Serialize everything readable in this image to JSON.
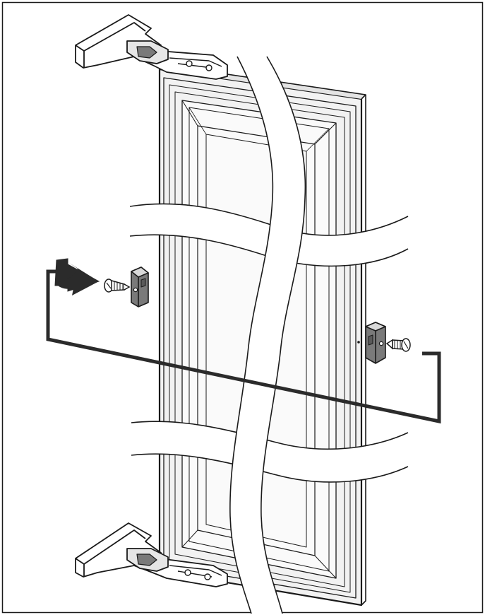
{
  "colors": {
    "background": "#ffffff",
    "line": "#1a1a1a",
    "door_panel": "#f2f2f2",
    "door_inner": "#fafafa",
    "hardware_fill": "#e6e6e6",
    "bracket_dark": "#7a7a7a",
    "arrow": "#2b2b2b",
    "cutaway": "#ffffff"
  },
  "icons": [
    "door-panel",
    "top-hinge-bracket",
    "bottom-hinge-bracket",
    "left-door-stop-bracket",
    "right-door-stop-bracket",
    "left-mounting-screw",
    "right-mounting-screw",
    "relocate-arrow",
    "horizontal-cutaway-band",
    "vertical-cutaway-band"
  ]
}
